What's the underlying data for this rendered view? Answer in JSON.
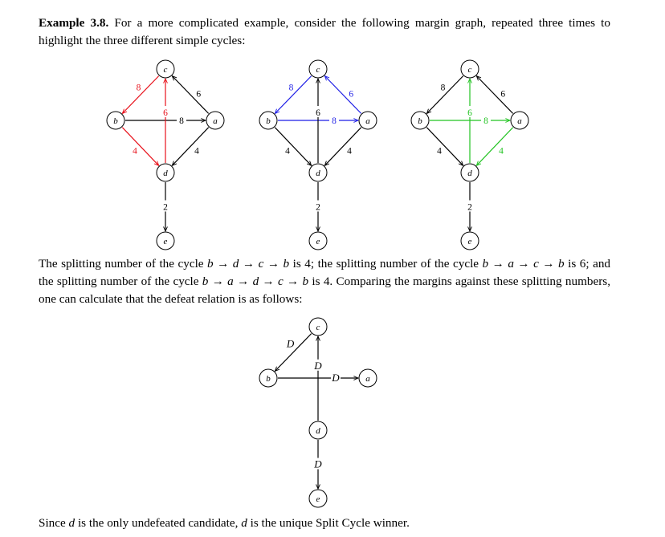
{
  "example": {
    "heading": "Example 3.8.",
    "intro": "For a more complicated example, consider the following margin graph, repeated three times to highlight the three different simple cycles:"
  },
  "colors": {
    "black": "#000000",
    "red": "#e8101a",
    "blue": "#1f1fe6",
    "green": "#22c322"
  },
  "graph": {
    "nodes": {
      "a": "a",
      "b": "b",
      "c": "c",
      "d": "d",
      "e": "e"
    },
    "edges": [
      {
        "from": "a",
        "to": "c",
        "weight": "6"
      },
      {
        "from": "b",
        "to": "a",
        "weight": "8"
      },
      {
        "from": "c",
        "to": "b",
        "weight": "8"
      },
      {
        "from": "d",
        "to": "c",
        "weight": "6"
      },
      {
        "from": "b",
        "to": "d",
        "weight": "4"
      },
      {
        "from": "a",
        "to": "d",
        "weight": "4"
      },
      {
        "from": "d",
        "to": "e",
        "weight": "2"
      }
    ],
    "cycles": [
      {
        "color": "red",
        "edges": [
          "c-b",
          "b-d",
          "d-c"
        ]
      },
      {
        "color": "blue",
        "edges": [
          "b-a",
          "a-c",
          "c-b"
        ]
      },
      {
        "color": "green",
        "edges": [
          "b-a",
          "a-d",
          "d-c"
        ]
      }
    ]
  },
  "paragraph2": {
    "s1": "The splitting number of the cycle ",
    "cycle1": "b → d → c → b",
    "s2": " is 4; the splitting number of the cycle ",
    "cycle2": "b → a → c → b",
    "s3": " is 6; and the splitting number of the cycle ",
    "cycle3": "b → a → d → c → b",
    "s4": " is 4. Comparing the margins against these splitting numbers, one can calculate that the defeat relation is as follows:"
  },
  "defeat": {
    "nodes": {
      "a": "a",
      "b": "b",
      "c": "c",
      "d": "d",
      "e": "e"
    },
    "edges": [
      {
        "from": "c",
        "to": "b",
        "label": "D"
      },
      {
        "from": "d",
        "to": "c",
        "label": "D"
      },
      {
        "from": "b",
        "to": "a",
        "label": "D"
      },
      {
        "from": "d",
        "to": "e",
        "label": "D"
      }
    ]
  },
  "conclusion": {
    "s1": "Since ",
    "d1": "d",
    "s2": " is the only undefeated candidate, ",
    "d2": "d",
    "s3": " is the unique Split Cycle winner."
  }
}
